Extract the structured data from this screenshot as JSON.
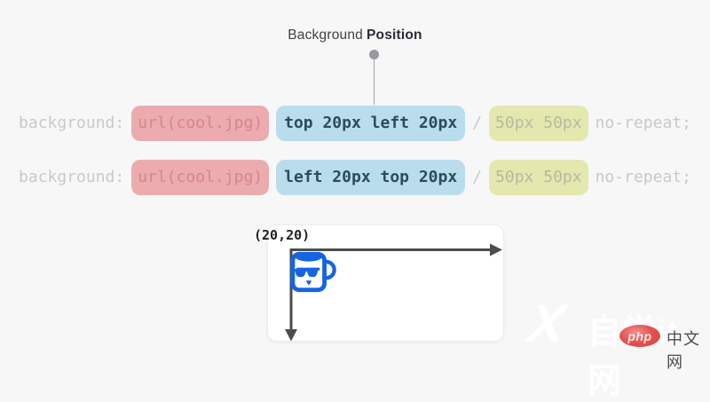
{
  "page": {
    "background_color": "#f7f7f8"
  },
  "title": {
    "prefix": "Background",
    "emphasis": "Position"
  },
  "code_lines": [
    {
      "property": "background:",
      "url_value": "url(cool.jpg)",
      "position_value": "top 20px left 20px",
      "separator": "/",
      "size_value": "50px 50px",
      "repeat_value": "no-repeat;"
    },
    {
      "property": "background:",
      "url_value": "url(cool.jpg)",
      "position_value": "left 20px top 20px",
      "separator": "/",
      "size_value": "50px 50px",
      "repeat_value": "no-repeat;"
    }
  ],
  "diagram": {
    "coordinate_label": "(20,20)",
    "icons": {
      "mug": "mug-icon",
      "x_axis": "arrow-right-icon",
      "y_axis": "arrow-down-icon"
    }
  },
  "watermark": {
    "big_letter": "X",
    "faint_text": "自学it网",
    "badge_text": "php",
    "site_text": "中文网"
  },
  "colors": {
    "url_chip_bg": "#ecabae",
    "url_chip_text": "#d6868c",
    "position_chip_bg": "#badded",
    "position_chip_text": "#2c4b5b",
    "size_chip_bg": "#e4e8ae",
    "size_chip_text": "#b5baa3",
    "code_plain_text": "#c9c9cc",
    "axis_arrow": "#4d4d4d",
    "mug_blue": "#1565e0",
    "badge_red": "#da3d3b"
  }
}
